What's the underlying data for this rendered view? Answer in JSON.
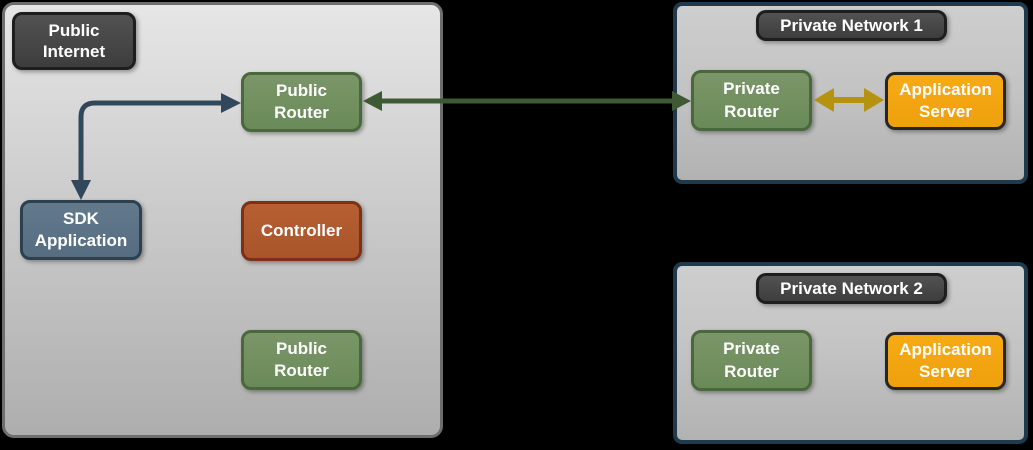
{
  "diagram": {
    "public_internet": {
      "label": "Public Internet",
      "public_router_top": "Public Router",
      "sdk_application": "SDK Application",
      "controller": "Controller",
      "public_router_bottom": "Public Router"
    },
    "private_network_1": {
      "title": "Private Network 1",
      "private_router": "Private Router",
      "application_server": "Application Server"
    },
    "private_network_2": {
      "title": "Private Network 2",
      "private_router": "Private Router",
      "application_server": "Application Server"
    },
    "connections": [
      {
        "from": "public-router-top",
        "to": "sdk-application",
        "style": "bidirectional-elbow",
        "color": "#31475c"
      },
      {
        "from": "public-router-top",
        "to": "private-network-1.private-router",
        "style": "bidirectional",
        "color": "#3e5a34"
      },
      {
        "from": "private-network-1.private-router",
        "to": "private-network-1.application-server",
        "style": "bidirectional",
        "color": "#b59310"
      }
    ],
    "colors": {
      "background": "#000000",
      "public_zone_border": "#6e6e6e",
      "private_zone_border": "#1f3a4d",
      "dark_label_fill": "#454545",
      "router_green": "#6f8e5e",
      "sdk_blue": "#5d7487",
      "controller_rust": "#b15a2e",
      "server_orange": "#f4a411",
      "arrow_blue": "#31475c",
      "arrow_green": "#3e5a34",
      "arrow_yellow": "#b59310"
    }
  }
}
